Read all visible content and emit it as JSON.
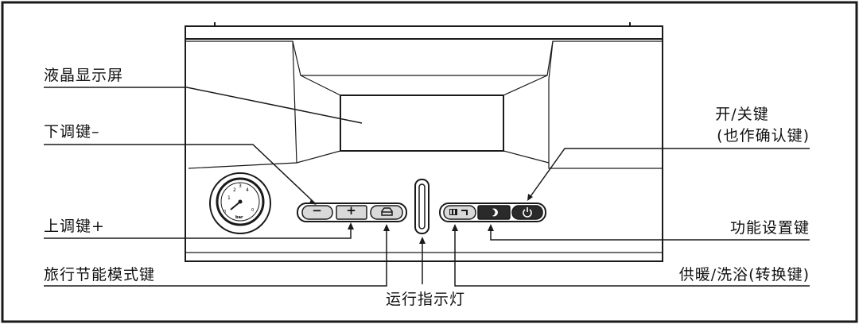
{
  "labels": {
    "lcd": "液晶显示屏",
    "down_key": "下调键–",
    "up_key": "上调键+",
    "eco_key": "旅行节能模式键",
    "run_light": "运行指示灯",
    "power_key_line1": "开/关键",
    "power_key_line2": "(也作确认键)",
    "function_key": "功能设置键",
    "heat_bath_key": "供暖/洗浴(转换键)"
  },
  "gauge": {
    "unit_label": "bar",
    "ticks": [
      "1",
      "2",
      "3",
      "4"
    ],
    "low_marks": [
      "0",
      "0"
    ]
  },
  "buttons": {
    "minus_symbol": "−",
    "plus_symbol": "+",
    "eco_icon": "car-icon",
    "mode_icon": "radiator-tap-icon",
    "function_icon": "moon-icon",
    "power_icon": "power-icon"
  },
  "colors": {
    "line": "#1a1a1a",
    "panel": "#ffffff",
    "button_fill": "#d9d9d9",
    "button_inner": "#2a2a2a"
  }
}
